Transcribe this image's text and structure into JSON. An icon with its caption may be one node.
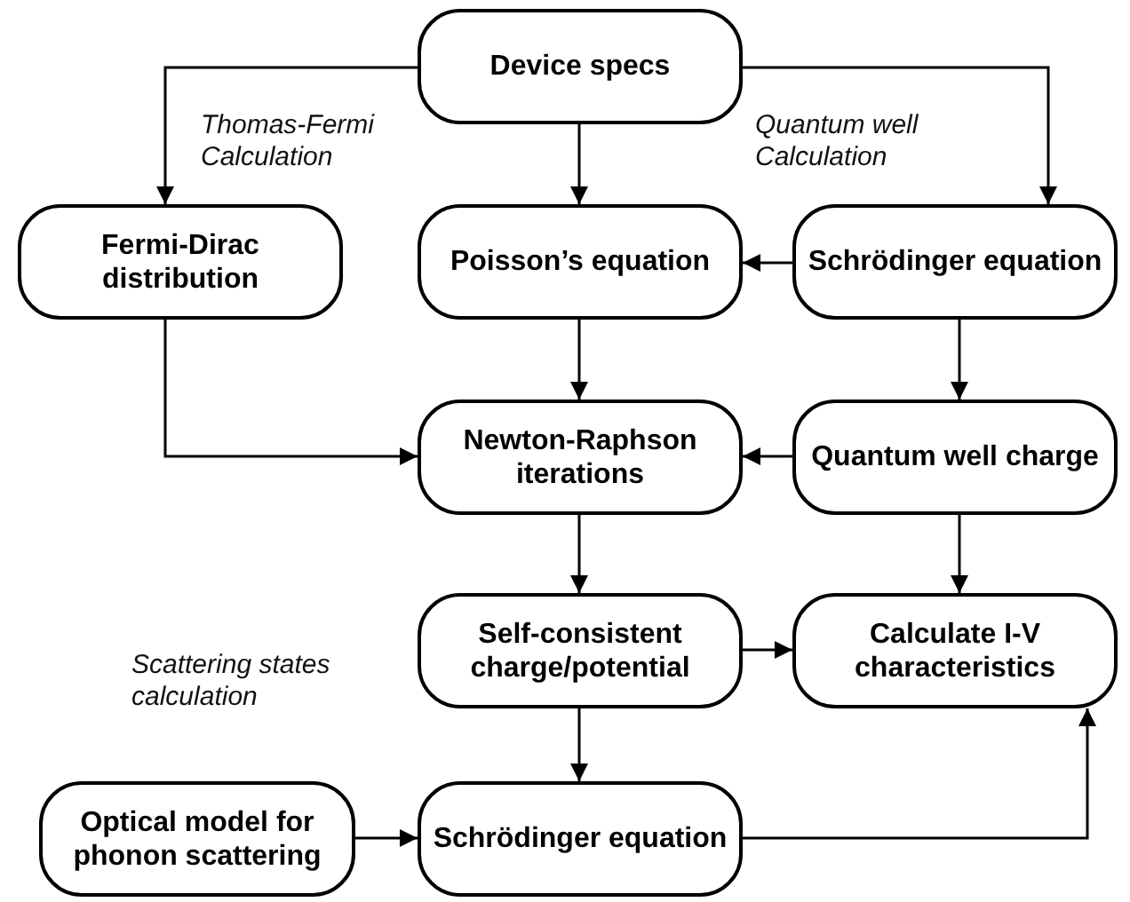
{
  "diagram": {
    "nodes": [
      {
        "text": [
          "Device specs"
        ]
      },
      {
        "text": [
          "Fermi-Dirac distribution"
        ]
      },
      {
        "text": [
          "Poisson’s equation"
        ]
      },
      {
        "text": [
          "Schrödinger equation"
        ]
      },
      {
        "text": [
          "Newton-Raphson iterations"
        ]
      },
      {
        "text": [
          "Quantum well charge"
        ]
      },
      {
        "text": [
          "Self-consistent charge/potential"
        ]
      },
      {
        "text": [
          "Calculate I-V characteristics"
        ]
      },
      {
        "text": [
          "Optical model for phonon scattering"
        ]
      },
      {
        "text": [
          "Schrödinger equation"
        ]
      }
    ],
    "edges": [
      {
        "from": 0,
        "to": 1,
        "arrow": "to",
        "label": "Thomas-Fermi Calculation"
      },
      {
        "from": 0,
        "to": 2,
        "arrow": "to"
      },
      {
        "from": 0,
        "to": 3,
        "arrow": "to",
        "label": "Quantum well Calculation"
      },
      {
        "from": 3,
        "to": 2,
        "arrow": "to"
      },
      {
        "from": 2,
        "to": 4,
        "arrow": "to"
      },
      {
        "from": 1,
        "to": 4,
        "arrow": "to"
      },
      {
        "from": 3,
        "to": 5,
        "arrow": "to"
      },
      {
        "from": 5,
        "to": 4,
        "arrow": "to"
      },
      {
        "from": 4,
        "to": 6,
        "arrow": "to"
      },
      {
        "from": 5,
        "to": 7,
        "arrow": "to"
      },
      {
        "from": 6,
        "to": 7,
        "arrow": "to"
      },
      {
        "from": 6,
        "to": 9,
        "arrow": "to"
      },
      {
        "from": 8,
        "to": 9,
        "arrow": "to"
      },
      {
        "from": 9,
        "to": 7,
        "arrow": "to"
      }
    ],
    "labels": [
      "Scattering states calculation"
    ]
  }
}
